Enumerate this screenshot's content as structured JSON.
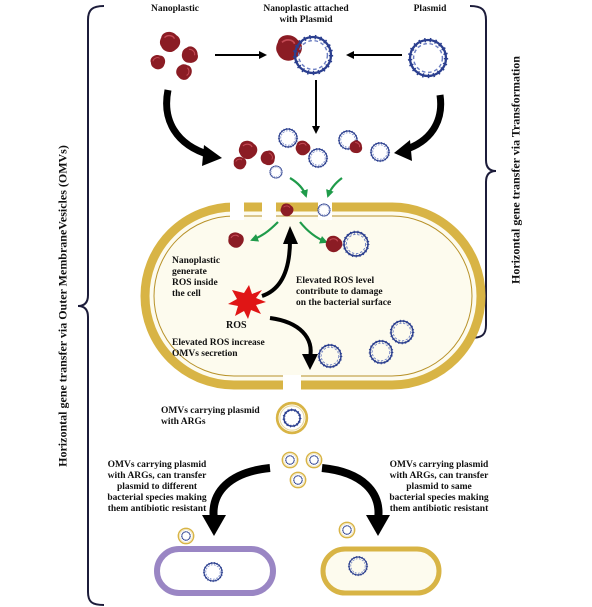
{
  "labels": {
    "nanoplastic": "Nanoplastic",
    "attached": [
      "Nanoplastic attached",
      "with Plasmid"
    ],
    "plasmid": "Plasmid",
    "generate_ros": [
      "Nanoplastic",
      "generate",
      "ROS inside",
      "the cell"
    ],
    "ros_damage": [
      "Elevated ROS level",
      "contribute to damage",
      "on the bacterial surface"
    ],
    "ros": "ROS",
    "omv_secretion": [
      "Elevated ROS increase",
      "OMVs secretion"
    ],
    "omv_carrying": [
      "OMVs carrying plasmid",
      "with ARGs"
    ],
    "different_species": [
      "OMVs carrying plasmid",
      "with ARGs, can transfer",
      "plasmid to different",
      "bacterial species making",
      "them antibiotic resistant"
    ],
    "same_species": [
      "OMVs carrying plasmid",
      "with ARGs, can transfer",
      "plasmid to same",
      "bacterial species making",
      "them antibiotic resistant"
    ],
    "left_vertical": "Horizontal gene transfer via  Outer MembraneVesicles (OMVs)",
    "right_vertical": "Horizontal gene transfer via Transformation"
  },
  "colors": {
    "nanoplastic": "#8b1c24",
    "plasmid": "#2b3f8f",
    "cell_wall": "#d8b445",
    "green_arrow": "#1f9b4a",
    "ros": "#e01515",
    "purple_cell": "#9a86c4",
    "bracket": "#1c1c3a"
  }
}
